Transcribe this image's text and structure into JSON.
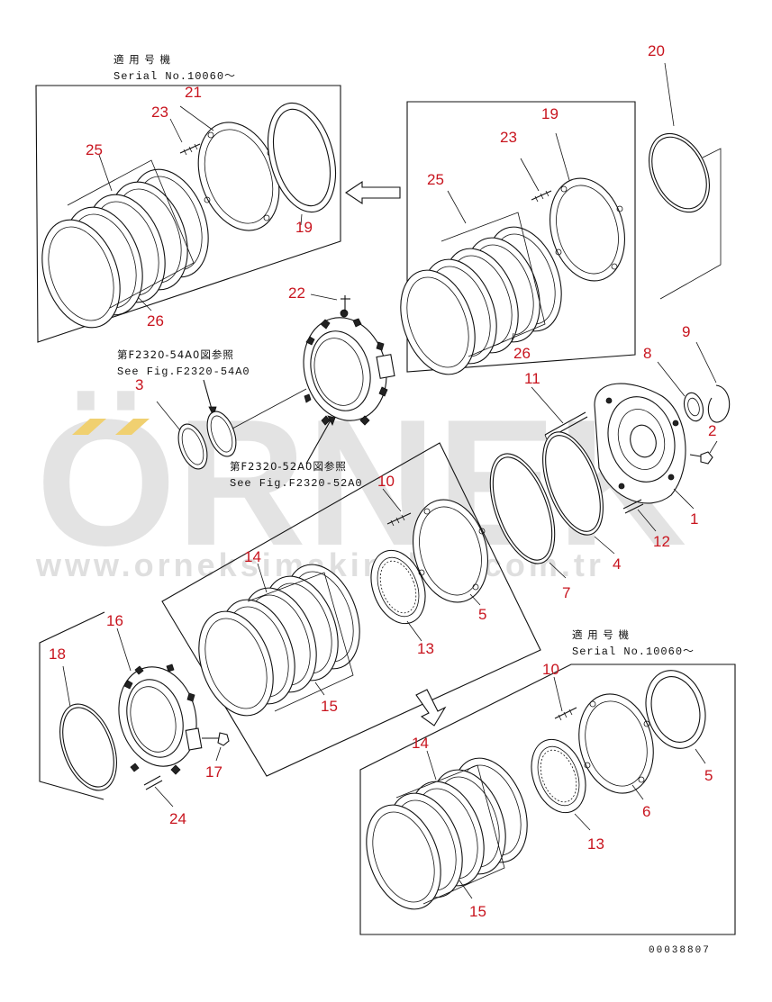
{
  "watermark": {
    "brand": "ÖRNEK",
    "url": "www.orneksimakinalari.com.tr",
    "accent_color": "#f0d070"
  },
  "notes": {
    "top_left_jp": "適 用 号 機",
    "top_left_en": "Serial No.10060～",
    "bottom_right_jp": "適 用 号 機",
    "bottom_right_en": "Serial No.10060～",
    "ref1_jp": "第F2320-54A0図参照",
    "ref1_en": "See Fig.F2320-54A0",
    "ref2_jp": "第F2320-52A0図参照",
    "ref2_en": "See Fig.F2320-52A0",
    "drawing_code": "00038807"
  },
  "part_numbers": {
    "top_left": [
      "21",
      "23",
      "25",
      "19",
      "26"
    ],
    "top_right": [
      "20",
      "19",
      "23",
      "25",
      "26"
    ],
    "center": [
      "22",
      "3",
      "11",
      "8",
      "9",
      "2",
      "1",
      "12",
      "4",
      "7",
      "10",
      "14",
      "5",
      "13",
      "15"
    ],
    "bottom_left": [
      "16",
      "18",
      "17",
      "24"
    ],
    "bottom_right": [
      "10",
      "14",
      "5",
      "6",
      "13",
      "15"
    ]
  },
  "labels": [
    {
      "id": "p21-tl",
      "text": "21"
    },
    {
      "id": "p23-tl",
      "text": "23"
    },
    {
      "id": "p25-tl",
      "text": "25"
    },
    {
      "id": "p19-tl",
      "text": "19"
    },
    {
      "id": "p26-tl",
      "text": "26"
    },
    {
      "id": "p20",
      "text": "20"
    },
    {
      "id": "p19-tr",
      "text": "19"
    },
    {
      "id": "p23-tr",
      "text": "23"
    },
    {
      "id": "p25-tr",
      "text": "25"
    },
    {
      "id": "p26-tr",
      "text": "26"
    },
    {
      "id": "p22",
      "text": "22"
    },
    {
      "id": "p3",
      "text": "3"
    },
    {
      "id": "p11",
      "text": "11"
    },
    {
      "id": "p8",
      "text": "8"
    },
    {
      "id": "p9",
      "text": "9"
    },
    {
      "id": "p2",
      "text": "2"
    },
    {
      "id": "p1",
      "text": "1"
    },
    {
      "id": "p12",
      "text": "12"
    },
    {
      "id": "p4",
      "text": "4"
    },
    {
      "id": "p7",
      "text": "7"
    },
    {
      "id": "p10-c",
      "text": "10"
    },
    {
      "id": "p14-c",
      "text": "14"
    },
    {
      "id": "p5-c",
      "text": "5"
    },
    {
      "id": "p13-c",
      "text": "13"
    },
    {
      "id": "p15-c",
      "text": "15"
    },
    {
      "id": "p16",
      "text": "16"
    },
    {
      "id": "p18",
      "text": "18"
    },
    {
      "id": "p17",
      "text": "17"
    },
    {
      "id": "p24",
      "text": "24"
    },
    {
      "id": "p10-br",
      "text": "10"
    },
    {
      "id": "p14-br",
      "text": "14"
    },
    {
      "id": "p5-br",
      "text": "5"
    },
    {
      "id": "p6",
      "text": "6"
    },
    {
      "id": "p13-br",
      "text": "13"
    },
    {
      "id": "p15-br",
      "text": "15"
    }
  ],
  "icons": [
    "arrow-left-icon",
    "arrow-down-icon"
  ]
}
